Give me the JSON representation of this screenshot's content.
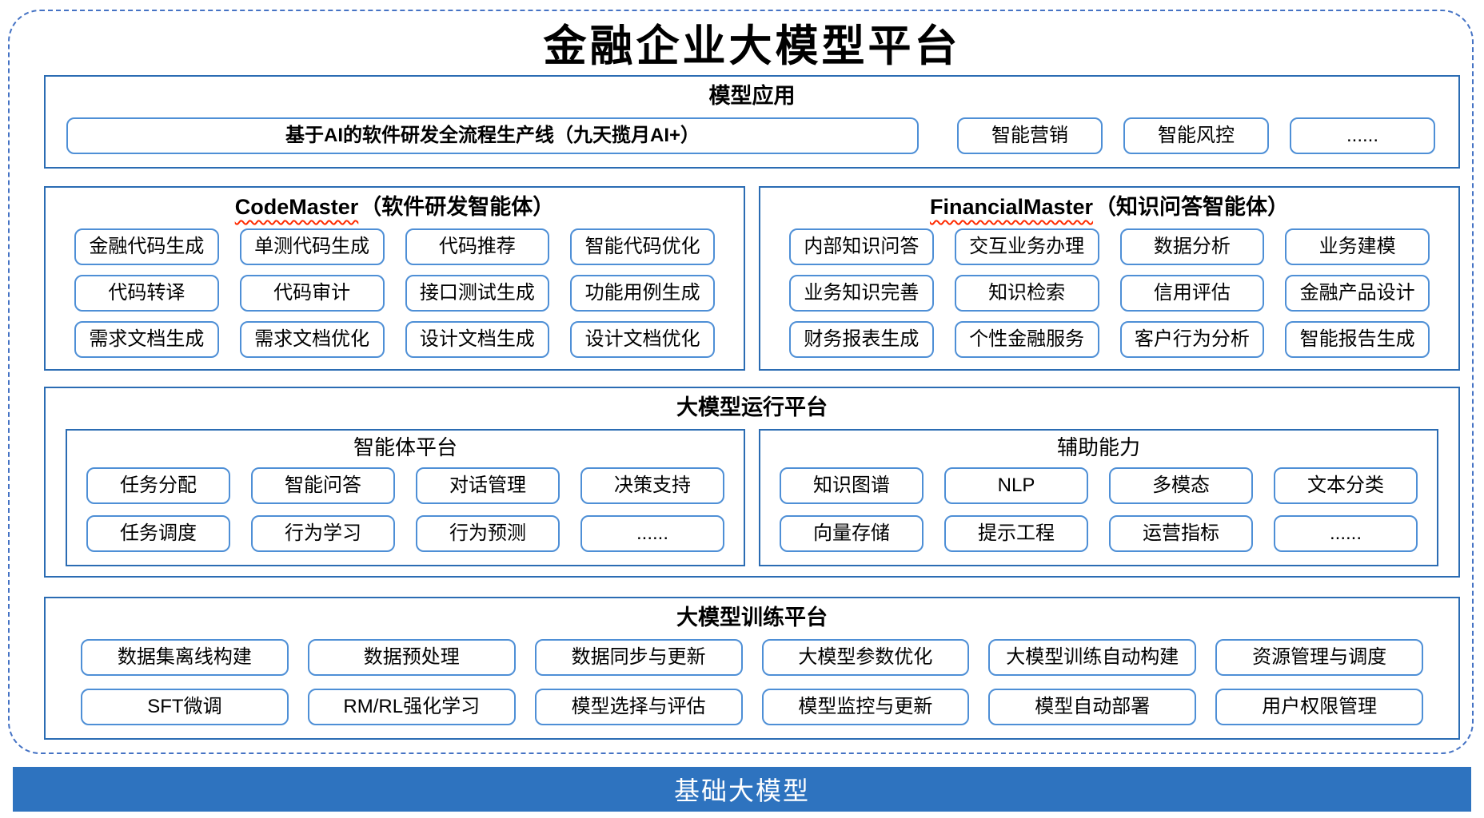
{
  "title": "金融企业大模型平台",
  "colors": {
    "dashed_border": "#4472C4",
    "section_border": "#2B6CB3",
    "box_border": "#4E8FD6",
    "squiggle": "#FF2A00",
    "footer_bg": "#2E73BF",
    "footer_text": "#FFFFFF"
  },
  "model_application": {
    "header": "模型应用",
    "pipeline": "基于AI的软件研发全流程生产线（九天揽月AI+）",
    "items": [
      "智能营销",
      "智能风控",
      "......"
    ]
  },
  "agents": [
    {
      "name_en": "CodeMaster",
      "name_zh": "（软件研发智能体）",
      "items": [
        "金融代码生成",
        "单测代码生成",
        "代码推荐",
        "智能代码优化",
        "代码转译",
        "代码审计",
        "接口测试生成",
        "功能用例生成",
        "需求文档生成",
        "需求文档优化",
        "设计文档生成",
        "设计文档优化"
      ]
    },
    {
      "name_en": "FinancialMaster",
      "name_zh": "（知识问答智能体）",
      "items": [
        "内部知识问答",
        "交互业务办理",
        "数据分析",
        "业务建模",
        "业务知识完善",
        "知识检索",
        "信用评估",
        "金融产品设计",
        "财务报表生成",
        "个性金融服务",
        "客户行为分析",
        "智能报告生成"
      ]
    }
  ],
  "runtime_platform": {
    "header": "大模型运行平台",
    "groups": [
      {
        "header": "智能体平台",
        "items": [
          "任务分配",
          "智能问答",
          "对话管理",
          "决策支持",
          "任务调度",
          "行为学习",
          "行为预测",
          "......"
        ]
      },
      {
        "header": "辅助能力",
        "items": [
          "知识图谱",
          "NLP",
          "多模态",
          "文本分类",
          "向量存储",
          "提示工程",
          "运营指标",
          "......"
        ]
      }
    ]
  },
  "training_platform": {
    "header": "大模型训练平台",
    "items": [
      "数据集离线构建",
      "数据预处理",
      "数据同步与更新",
      "大模型参数优化",
      "大模型训练自动构建",
      "资源管理与调度",
      "SFT微调",
      "RM/RL强化学习",
      "模型选择与评估",
      "模型监控与更新",
      "模型自动部署",
      "用户权限管理"
    ]
  },
  "footer": {
    "label": "基础大模型"
  }
}
